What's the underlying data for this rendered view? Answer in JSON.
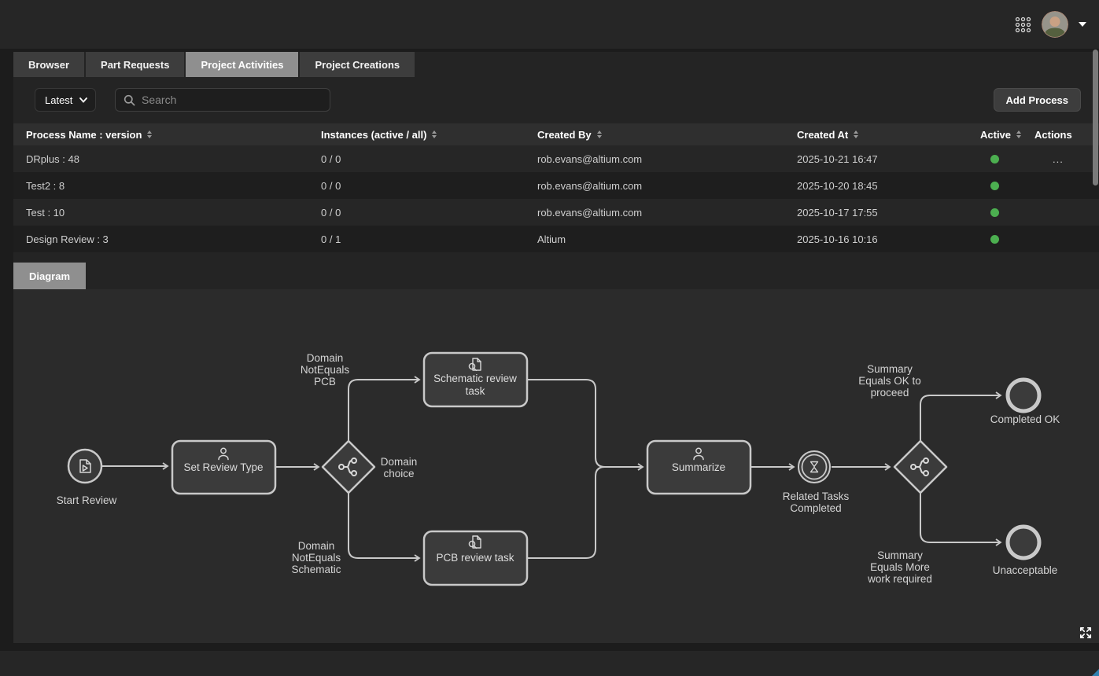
{
  "tabs": {
    "items": [
      {
        "label": "Browser",
        "active": false
      },
      {
        "label": "Part Requests",
        "active": false
      },
      {
        "label": "Project Activities",
        "active": true
      },
      {
        "label": "Project Creations",
        "active": false
      }
    ]
  },
  "toolbar": {
    "filter_selected": "Latest",
    "search_placeholder": "Search",
    "add_process_label": "Add Process"
  },
  "table": {
    "columns": [
      {
        "label": "Process Name : version",
        "sortable": true
      },
      {
        "label": "Instances (active / all)",
        "sortable": true
      },
      {
        "label": "Created By",
        "sortable": true
      },
      {
        "label": "Created At",
        "sortable": true
      },
      {
        "label": "Active",
        "sortable": true
      },
      {
        "label": "Actions",
        "sortable": false
      }
    ],
    "rows": [
      {
        "name": "DRplus : 48",
        "instances": "0 / 0",
        "created_by": "rob.evans@altium.com",
        "created_at": "2025-10-21 16:47",
        "active": true,
        "actions": "..."
      },
      {
        "name": "Test2 : 8",
        "instances": "0 / 0",
        "created_by": "rob.evans@altium.com",
        "created_at": "2025-10-20 18:45",
        "active": true,
        "actions": ""
      },
      {
        "name": "Test : 10",
        "instances": "0 / 0",
        "created_by": "rob.evans@altium.com",
        "created_at": "2025-10-17 17:55",
        "active": true,
        "actions": ""
      },
      {
        "name": "Design Review : 3",
        "instances": "0 / 1",
        "created_by": "Altium",
        "created_at": "2025-10-16 10:16",
        "active": true,
        "actions": ""
      }
    ]
  },
  "diagram_section": {
    "tab_label": "Diagram"
  },
  "diagram": {
    "nodes": {
      "start_event": "Start Review",
      "set_review_type": "Set Review Type",
      "domain_choice": [
        "Domain",
        "choice"
      ],
      "schematic_task": [
        "Schematic review",
        "task"
      ],
      "pcb_task": "PCB review task",
      "summarize": "Summarize",
      "related_tasks": [
        "Related Tasks",
        "Completed"
      ],
      "completed_ok": "Completed OK",
      "unacceptable": "Unacceptable"
    },
    "edge_labels": {
      "not_pcb": [
        "Domain",
        "NotEquals",
        "PCB"
      ],
      "not_schematic": [
        "Domain",
        "NotEquals",
        "Schematic"
      ],
      "ok_to_proceed": [
        "Summary",
        "Equals OK to",
        "proceed"
      ],
      "more_work": [
        "Summary",
        "Equals More",
        "work required"
      ]
    }
  },
  "colors": {
    "status_active": "#4caf50",
    "diagram_line": "#c9c9c9",
    "panel_background": "#2b2b2b",
    "corner_accent": "#2f7fae"
  }
}
